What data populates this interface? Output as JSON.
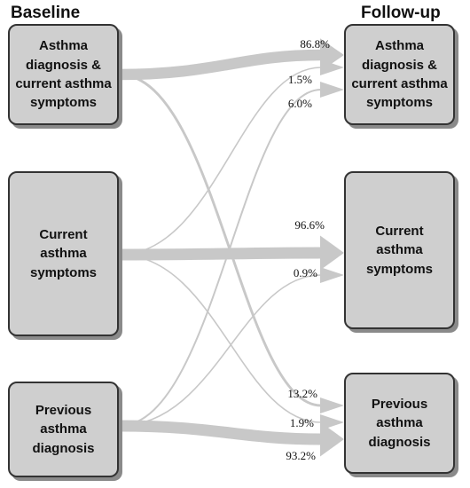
{
  "headers": {
    "baseline": "Baseline",
    "followup": "Follow-up"
  },
  "baseline_boxes": [
    {
      "id": "asthma-both",
      "label": "Asthma diagnosis & current asthma symptoms"
    },
    {
      "id": "current",
      "label": "Current asthma symptoms"
    },
    {
      "id": "previous",
      "label": "Previous asthma diagnosis"
    }
  ],
  "followup_boxes": [
    {
      "id": "asthma-both",
      "label": "Asthma diagnosis & current asthma symptoms"
    },
    {
      "id": "current",
      "label": "Current asthma symptoms"
    },
    {
      "id": "previous",
      "label": "Previous asthma diagnosis"
    }
  ],
  "transitions": [
    {
      "from": "asthma-both",
      "to": "asthma-both",
      "percent": 86.8,
      "label": "86.8%"
    },
    {
      "from": "current",
      "to": "asthma-both",
      "percent": 1.5,
      "label": "1.5%"
    },
    {
      "from": "previous",
      "to": "asthma-both",
      "percent": 6.0,
      "label": "6.0%"
    },
    {
      "from": "current",
      "to": "current",
      "percent": 96.6,
      "label": "96.6%"
    },
    {
      "from": "previous",
      "to": "current",
      "percent": 0.9,
      "label": "0.9%"
    },
    {
      "from": "asthma-both",
      "to": "previous",
      "percent": 13.2,
      "label": "13.2%"
    },
    {
      "from": "current",
      "to": "previous",
      "percent": 1.9,
      "label": "1.9%"
    },
    {
      "from": "previous",
      "to": "previous",
      "percent": 93.2,
      "label": "93.2%"
    }
  ]
}
